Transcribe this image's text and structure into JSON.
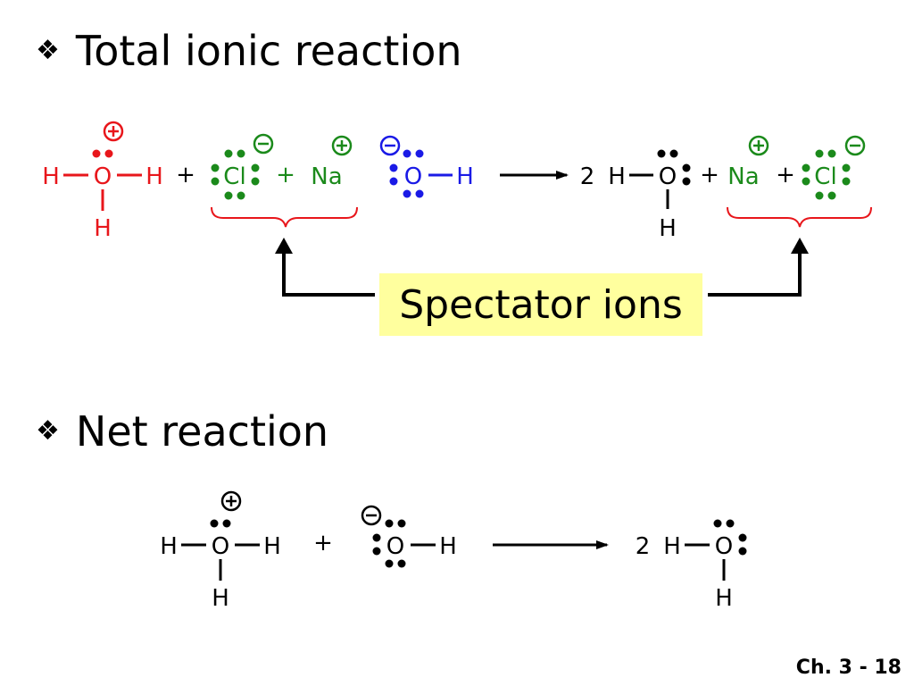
{
  "sections": [
    {
      "bullet": "❖",
      "heading": "Total ionic reaction"
    },
    {
      "bullet": "❖",
      "heading": "Net reaction"
    }
  ],
  "callout": {
    "text": "Spectator ions"
  },
  "footer": {
    "page": "Ch. 3 - 18"
  },
  "atoms": {
    "H": "H",
    "O": "O",
    "Cl": "Cl",
    "Na": "Na"
  },
  "symbols": {
    "plus": "+",
    "coefficient": "2",
    "pos": "+",
    "neg": "−"
  },
  "colors": {
    "hydronium": "#e8161b",
    "spectator": "#1b8a1b",
    "hydroxide": "#1a1ae6",
    "callout_bg": "#ffff9e",
    "neutral": "#000000"
  }
}
